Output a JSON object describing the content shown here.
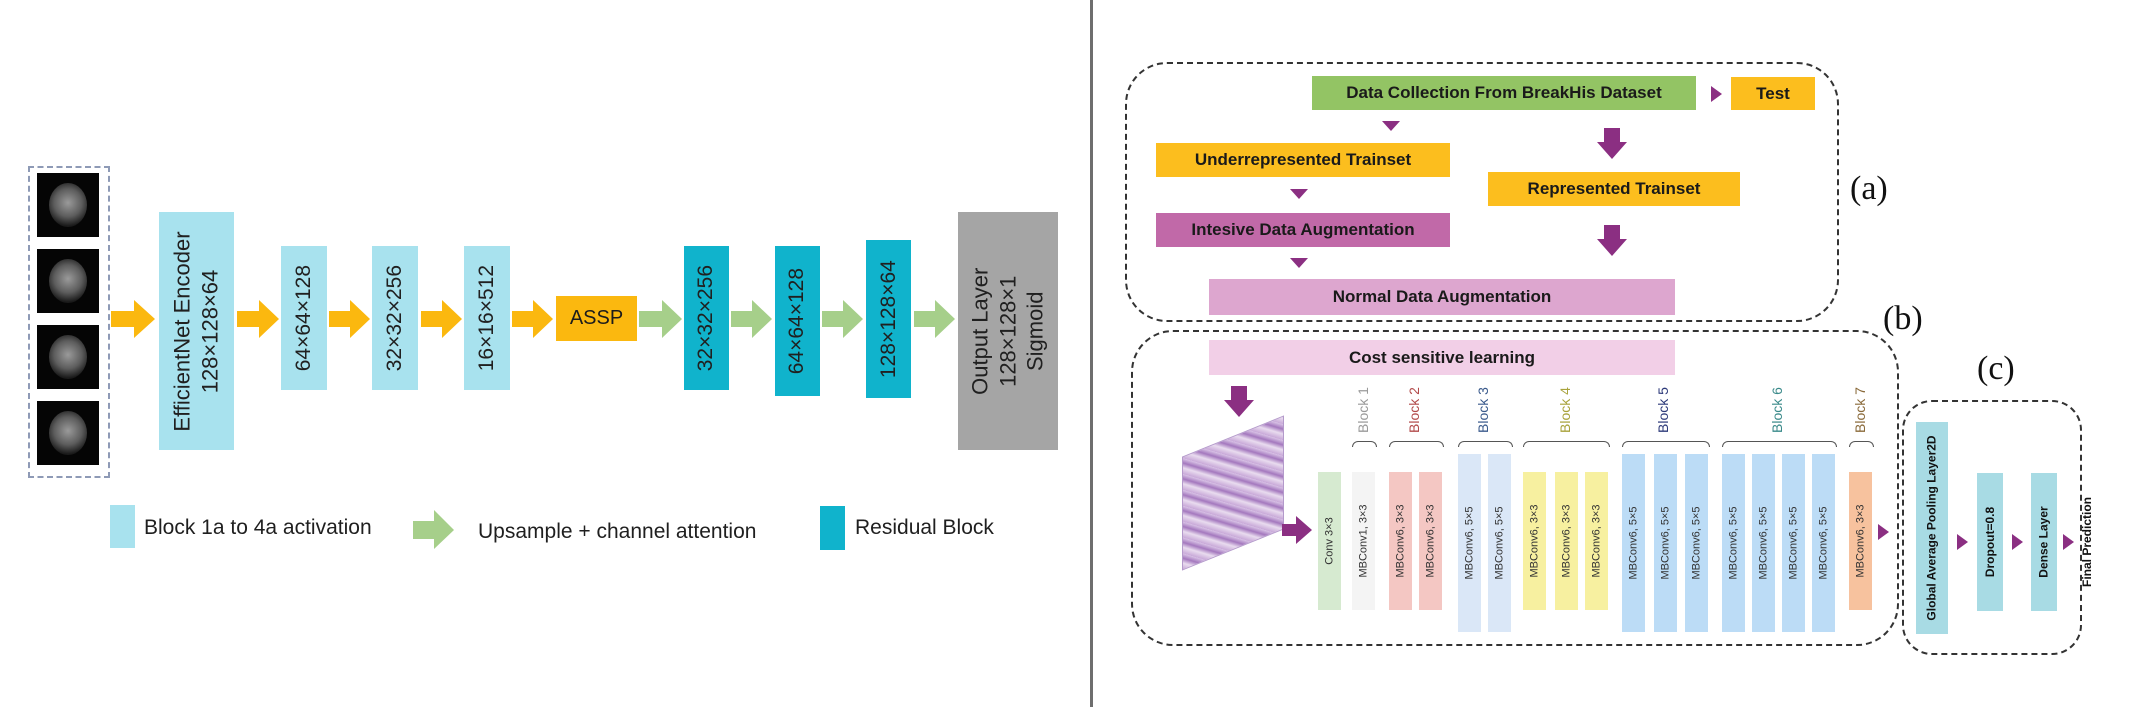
{
  "left": {
    "encoder": "EfficientNet Encoder\n128×128×64",
    "enc_blocks": [
      "64×64×128",
      "32×32×256",
      "16×16×512"
    ],
    "assp": "ASSP",
    "dec_blocks": [
      "32×32×256",
      "64×64×128",
      "128×128×64"
    ],
    "output": "Output Layer\n128×128×1\nSigmoid",
    "legend": [
      {
        "label": "Block 1a to 4a activation",
        "color": "#a8e2ee"
      },
      {
        "label": "Upsample + channel attention",
        "color": "#a6cf8a"
      },
      {
        "label": "Residual Block",
        "color": "#10b3cc"
      }
    ],
    "colors": {
      "arrow_orange": "#fbb80f",
      "arrow_green": "#a6cf8a"
    }
  },
  "right": {
    "panel_a": {
      "label": "(a)",
      "data_collection": "Data Collection From BreakHis Dataset",
      "test": "Test",
      "underrep": "Underrepresented Trainset",
      "represented": "Represented Trainset",
      "intensive": "Intesive Data Augmentation",
      "normal": "Normal Data Augmentation"
    },
    "panel_b": {
      "label": "(b)",
      "cost": "Cost sensitive learning",
      "layers": [
        {
          "text": "Conv 3×3",
          "color": "#d6ead0"
        },
        {
          "text": "MBConv1, 3×3",
          "color": "#f4f4f4"
        },
        {
          "text": "MBConv6, 3×3",
          "color": "#f4c7c3"
        },
        {
          "text": "MBConv6, 3×3",
          "color": "#f4c7c3"
        },
        {
          "text": "MBConv6, 5×5",
          "color": "#dae7f7"
        },
        {
          "text": "MBConv6, 5×5",
          "color": "#dae7f7"
        },
        {
          "text": "MBConv6, 3×3",
          "color": "#f7f0a0"
        },
        {
          "text": "MBConv6, 3×3",
          "color": "#f7f0a0"
        },
        {
          "text": "MBConv6, 3×3",
          "color": "#f7f0a0"
        },
        {
          "text": "MBConv6, 5×5",
          "color": "#bcdcf6"
        },
        {
          "text": "MBConv6, 5×5",
          "color": "#bcdcf6"
        },
        {
          "text": "MBConv6, 5×5",
          "color": "#bcdcf6"
        },
        {
          "text": "MBConv6, 5×5",
          "color": "#bcdcf6"
        },
        {
          "text": "MBConv6, 5×5",
          "color": "#bcdcf6"
        },
        {
          "text": "MBConv6, 5×5",
          "color": "#bcdcf6"
        },
        {
          "text": "MBConv6, 5×5",
          "color": "#bcdcf6"
        },
        {
          "text": "MBConv6, 3×3",
          "color": "#f7c29e"
        }
      ],
      "blocks": [
        {
          "text": "Block 1",
          "color": "#9a9a9a"
        },
        {
          "text": "Block 2",
          "color": "#b24a4a"
        },
        {
          "text": "Block 3",
          "color": "#3a5a8c"
        },
        {
          "text": "Block 4",
          "color": "#a8a23a"
        },
        {
          "text": "Block 5",
          "color": "#2d3a7a"
        },
        {
          "text": "Block 6",
          "color": "#3a8a8a"
        },
        {
          "text": "Block 7",
          "color": "#8a6a3a"
        }
      ]
    },
    "panel_c": {
      "label": "(c)",
      "gap": "Global Average Pooling Layer2D",
      "dropout": "Dropout=0.8",
      "dense": "Dense Layer",
      "final": "Final Prediction"
    }
  }
}
